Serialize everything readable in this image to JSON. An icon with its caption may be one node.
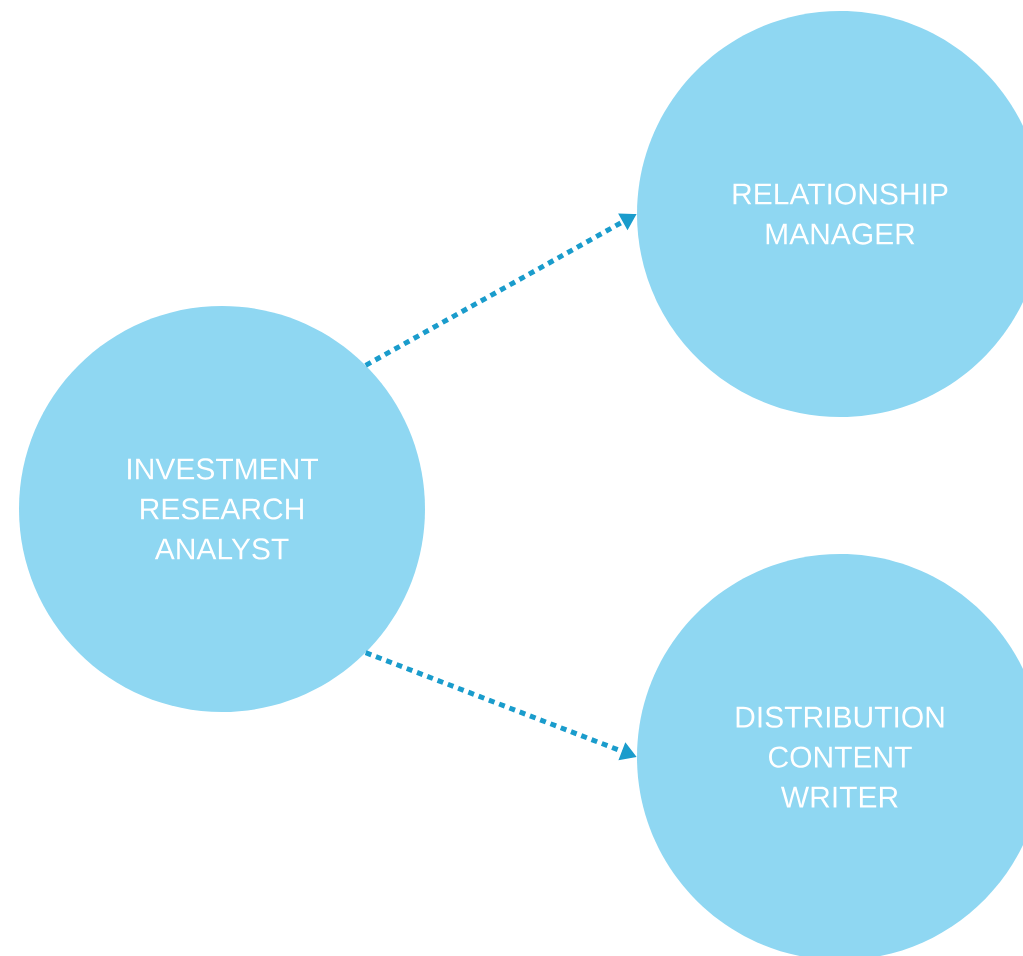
{
  "diagram": {
    "nodes": [
      {
        "text": [
          "INVESTMENT RESEARCH ANALYST"
        ]
      },
      {
        "text": [
          "RELATIONSHIP MANAGER"
        ]
      },
      {
        "text": [
          "DISTRIBUTION CONTENT WRITER"
        ]
      }
    ],
    "edges": [
      {
        "from": 0,
        "to": 1,
        "arrow": "to",
        "style": "dashed"
      },
      {
        "from": 0,
        "to": 2,
        "arrow": "to",
        "style": "dashed"
      }
    ]
  }
}
